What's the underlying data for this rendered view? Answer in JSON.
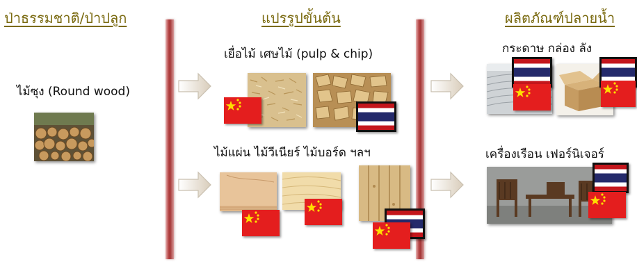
{
  "headers": {
    "forest": "ป่าธรรมชาติ/ป่าปลูก",
    "primary": "แปรรูปขั้นต้น",
    "products": "ผลิตภัณฑ์ปลายน้ำ"
  },
  "labels": {
    "round_wood": "ไม้ซุง (Round wood)",
    "pulp_chip": "เยื่อไม้ เศษไม้ (pulp & chip)",
    "boards": "ไม้แผ่น ไม้วีเนียร์ ไม้บอร์ด ฯลฯ",
    "paper_box": "กระดาษ กล่อง ลัง",
    "furniture": "เครื่องเรือน เฟอร์นิเจอร์"
  },
  "icons": {
    "china_flag": "china-flag-icon",
    "thailand_flag": "thailand-flag-icon",
    "arrow": "right-arrow-icon",
    "star": "star-icon"
  },
  "colors": {
    "header": "#7a6a10",
    "divider": "#a43636",
    "china_red": "#e41e1e",
    "china_star": "#ffde00",
    "thai_red": "#c4161c",
    "thai_blue": "#242a6b"
  }
}
